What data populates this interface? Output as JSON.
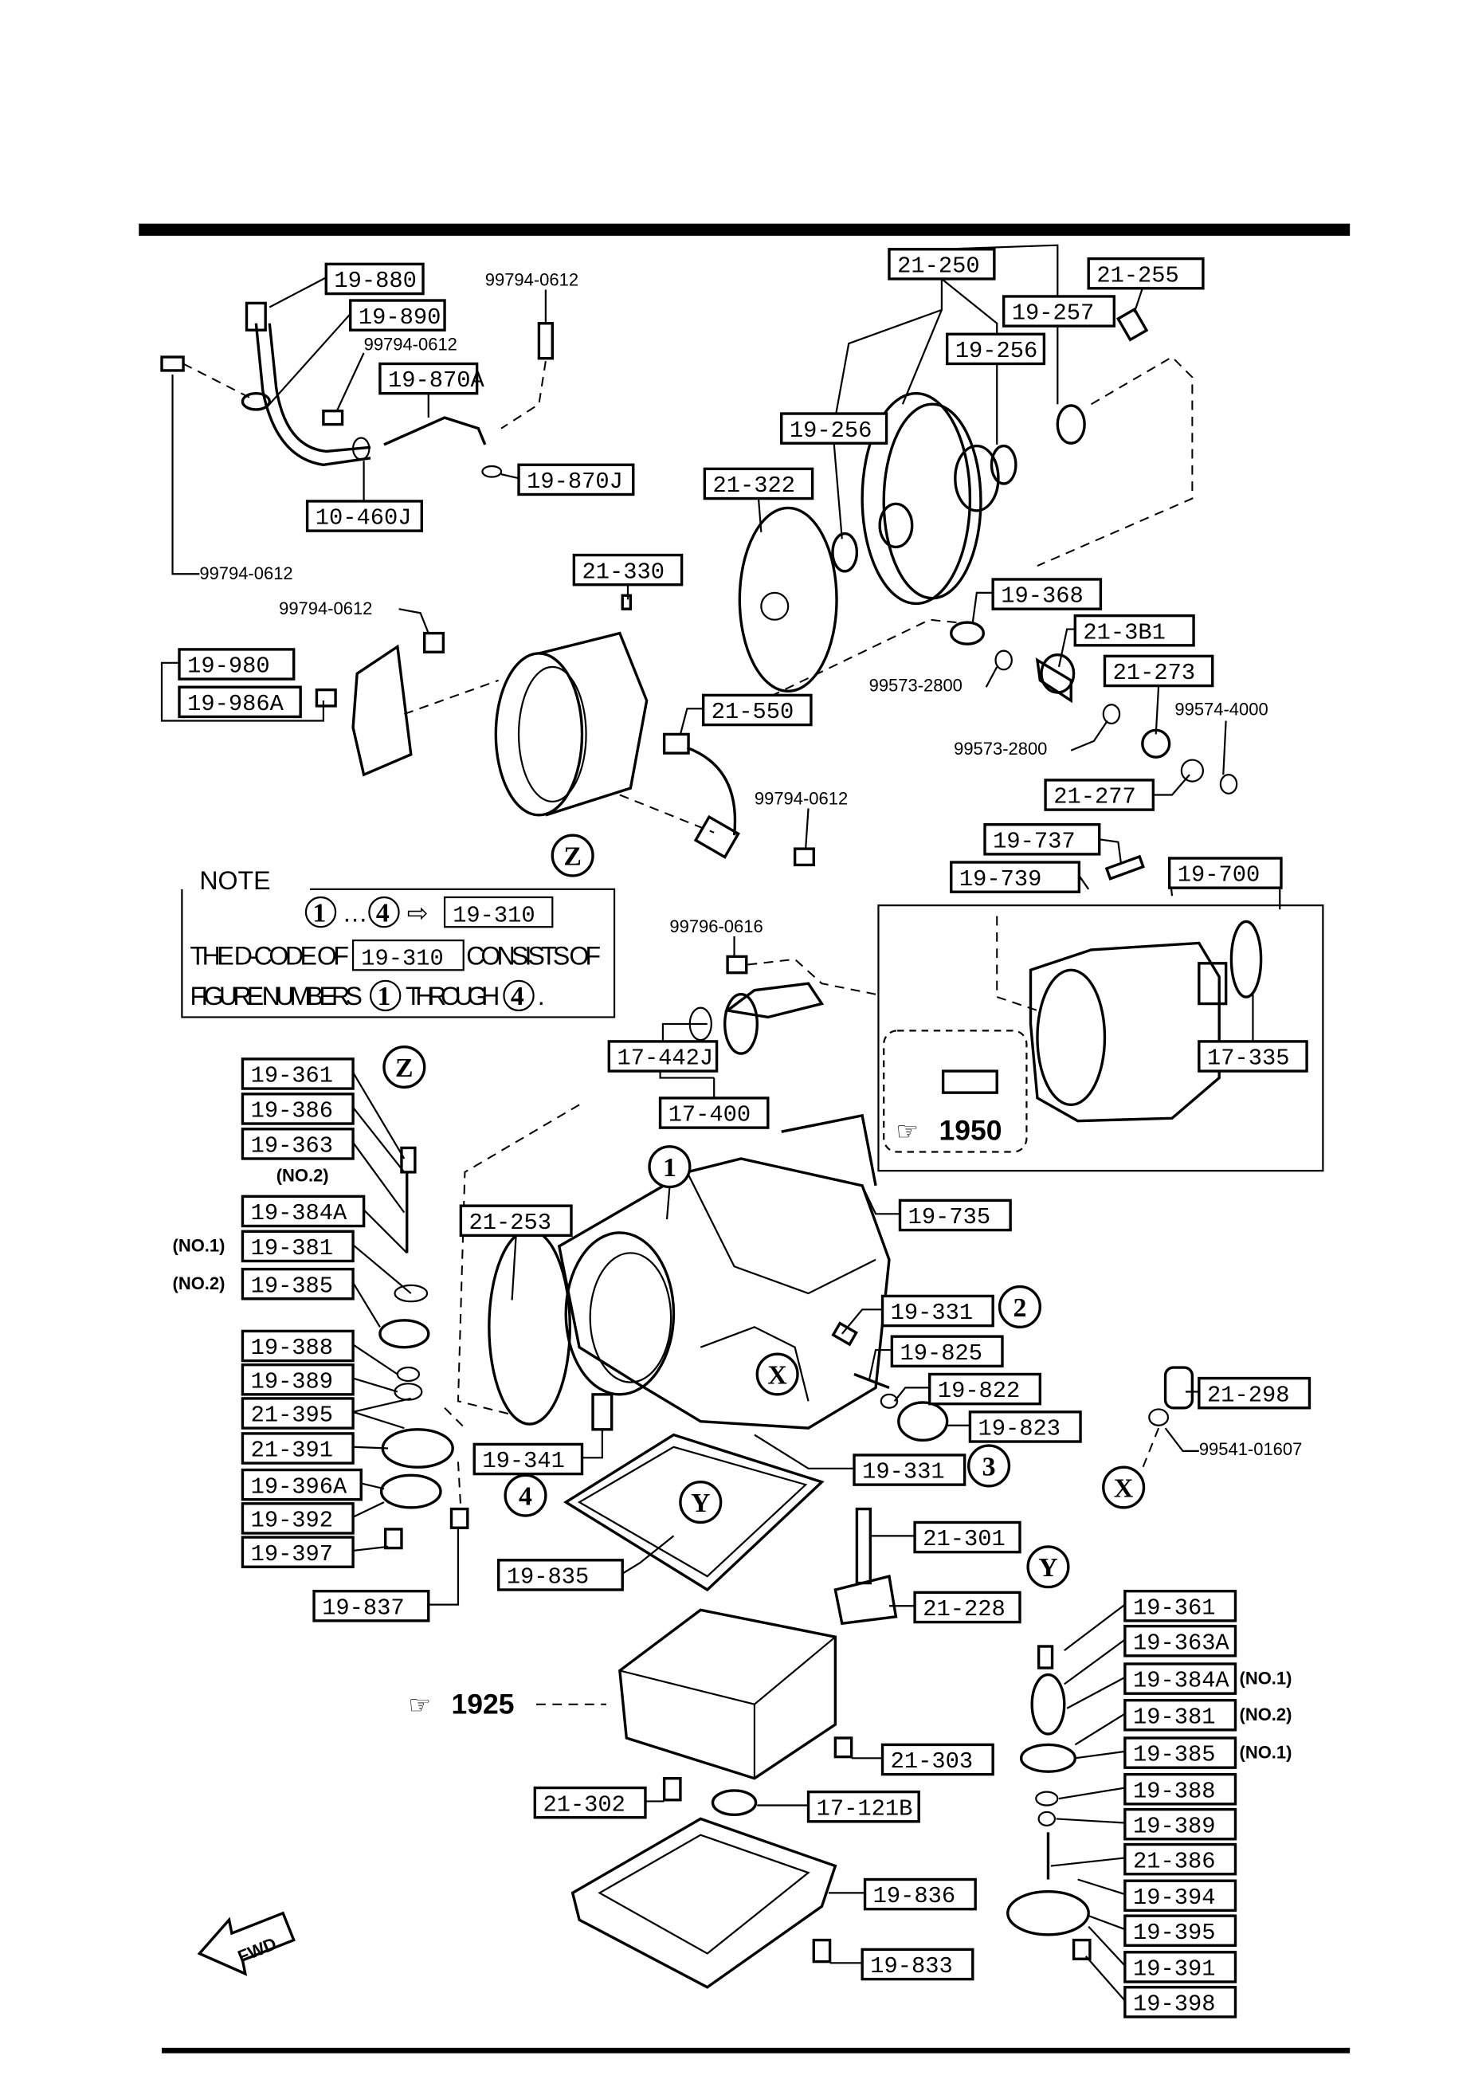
{
  "callouts": [
    "19-880",
    "19-890",
    "19-870A",
    "19-870J",
    "10-460J",
    "21-250",
    "21-255",
    "19-257",
    "19-256",
    "19-256",
    "21-322",
    "21-330",
    "19-368",
    "21-3B1",
    "21-273",
    "19-980",
    "19-986A",
    "21-550",
    "21-277",
    "19-737",
    "19-739",
    "19-700",
    "17-442J",
    "17-400",
    "17-335",
    "19-361",
    "19-386",
    "19-363",
    "19-384A",
    "19-381",
    "19-385",
    "19-388",
    "19-389",
    "21-395",
    "21-391",
    "19-396A",
    "19-392",
    "19-397",
    "19-837",
    "21-253",
    "19-735",
    "19-331",
    "19-825",
    "19-822",
    "19-823",
    "21-298",
    "19-341",
    "19-331",
    "19-835",
    "21-301",
    "21-228",
    "21-303",
    "21-302",
    "17-121B",
    "19-836",
    "19-833",
    "19-361",
    "19-363A",
    "19-384A",
    "19-381",
    "19-385",
    "19-388",
    "19-389",
    "21-386",
    "19-394",
    "19-395",
    "19-391",
    "19-398"
  ],
  "plain_parts": [
    "99794-0612",
    "99794-0612",
    "99794-0612",
    "99794-0612",
    "99794-0612",
    "99573-2800",
    "99573-2800",
    "99574-4000",
    "99796-0616",
    "99541-01607"
  ],
  "qualifiers": [
    "(NO.2)",
    "(NO.1)",
    "(NO.2)",
    "(NO.1)",
    "(NO.2)",
    "(NO.1)"
  ],
  "markers": [
    "Z",
    "Z",
    "X",
    "X",
    "Y",
    "Y",
    "1",
    "2",
    "3",
    "4"
  ],
  "note": {
    "heading": "NOTE",
    "ref_code": "19-310",
    "line2_prefix": "THE D-CODE OF",
    "line2_code": "19-310",
    "line2_suffix": "CONSISTS OF",
    "line3_prefix": "FIGURE NUMBERS",
    "line3_mid": "THROUGH",
    "line3_end": ".",
    "marker_first": "1",
    "marker_last": "4"
  },
  "figure_refs": [
    "1950",
    "1925"
  ],
  "fwd_label": "FWD",
  "colors": {
    "ink": "#000000",
    "paper": "#ffffff"
  }
}
